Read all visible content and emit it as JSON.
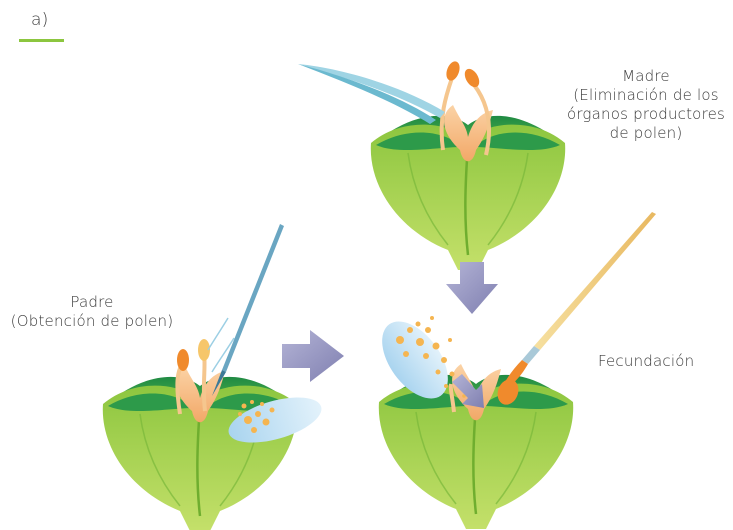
{
  "panel": {
    "label": "a)",
    "accent_color": "#8cc63f"
  },
  "labels": {
    "madre": [
      "Madre",
      "(Eliminación de los",
      "órganos productores",
      "de polen)"
    ],
    "padre": [
      "Padre",
      "(Obtención de polen)"
    ],
    "fecundacion": "Fecundación"
  },
  "colors": {
    "sepal_dark": "#2e9a4a",
    "sepal_light": "#a6d24a",
    "petal": "#f7bf86",
    "anther": "#f08a2c",
    "arrow": "#9696c0",
    "pollen": "#f5b550",
    "dish": "#bfe0f2"
  }
}
